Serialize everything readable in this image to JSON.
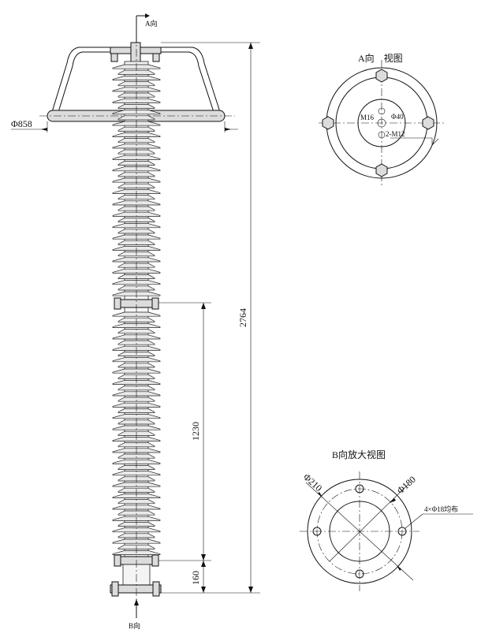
{
  "labels": {
    "view_a_mark": "A向",
    "view_b_mark": "B向",
    "ring_diameter": "Φ858",
    "total_height": "2764",
    "middle_length": "1230",
    "bottom_length": "160",
    "view_a_title": "A向　视图",
    "view_a_m16": "M16",
    "view_a_phi40": "Φ40",
    "view_a_2m12": "2-M12",
    "view_b_title": "B向放大视图",
    "view_b_phi210": "Φ210",
    "view_b_phi180": "Φ180",
    "view_b_holes": "4×Φ18均布"
  }
}
